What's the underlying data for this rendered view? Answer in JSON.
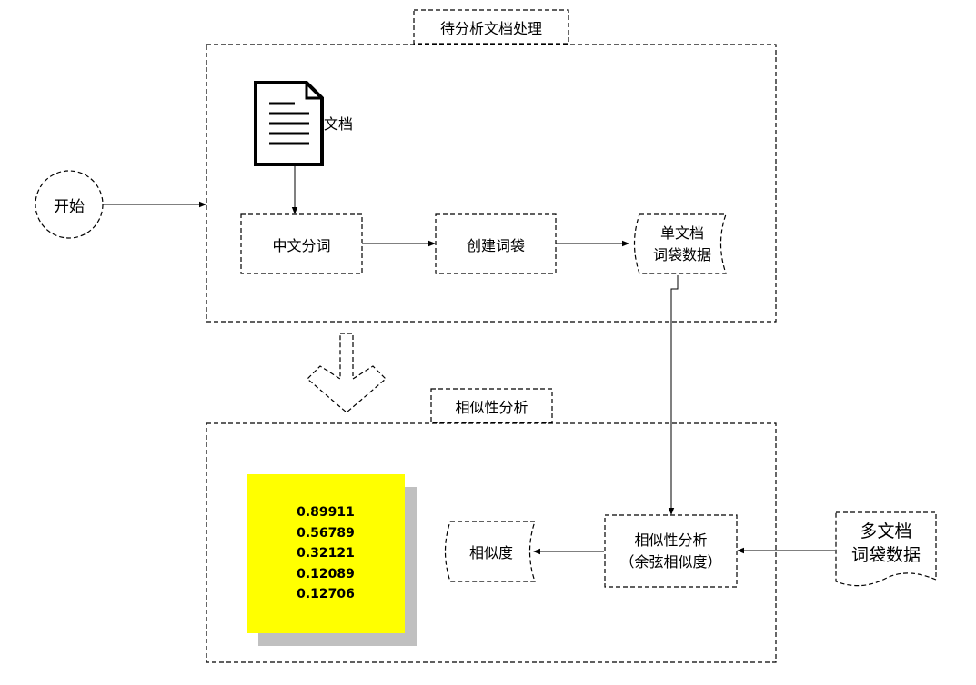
{
  "sections": {
    "preprocess_title": "待分析文档处理",
    "similarity_title": "相似性分析"
  },
  "nodes": {
    "start": "开始",
    "document": "文档",
    "segmentation": "中文分词",
    "create_bag": "创建词袋",
    "single_bag": [
      "单文档",
      "词袋数据"
    ],
    "multi_bag": [
      "多文档",
      "词袋数据"
    ],
    "similarity_analysis": [
      "相似性分析",
      "（余弦相似度）"
    ],
    "similarity": "相似度"
  },
  "results": [
    "0.89911",
    "0.56789",
    "0.32121",
    "0.12089",
    "0.12706"
  ],
  "colors": {
    "result_card": "#ffff00",
    "card_shadow": "#c0c0c0"
  }
}
